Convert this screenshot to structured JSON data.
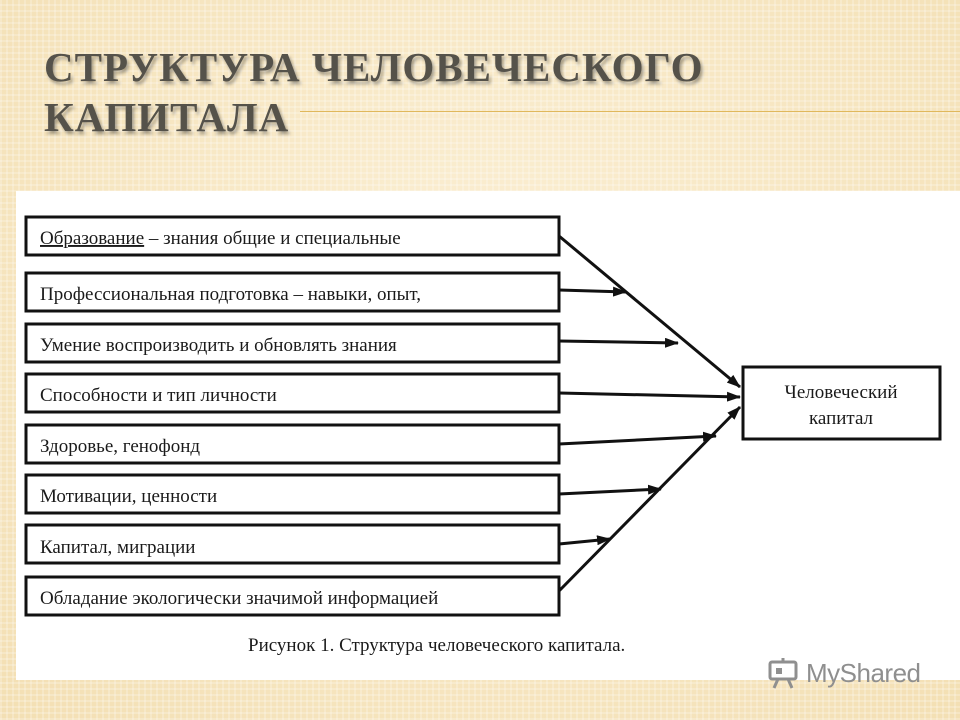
{
  "slide": {
    "title_line1": "СТРУКТУРА ЧЕЛОВЕЧЕСКОГО",
    "title_line2": "КАПИТАЛА"
  },
  "diagram": {
    "factors": [
      {
        "label": "Образование",
        "rest": " – знания общие и специальные"
      },
      {
        "label": "Профессиональная подготовка – навыки, опыт,",
        "rest": ""
      },
      {
        "label": "Умение воспроизводить и обновлять знания",
        "rest": ""
      },
      {
        "label": "Способности и тип личности",
        "rest": ""
      },
      {
        "label": "Здоровье, генофонд",
        "rest": ""
      },
      {
        "label": "Мотивации, ценности",
        "rest": ""
      },
      {
        "label": "Капитал, миграции",
        "rest": ""
      },
      {
        "label": "Обладание экологически значимой информацией",
        "rest": ""
      }
    ],
    "target_line1": "Человеческий",
    "target_line2": "капитал",
    "caption": "Рисунок 1. Структура человеческого капитала."
  },
  "watermark": {
    "text": "MyShared"
  }
}
